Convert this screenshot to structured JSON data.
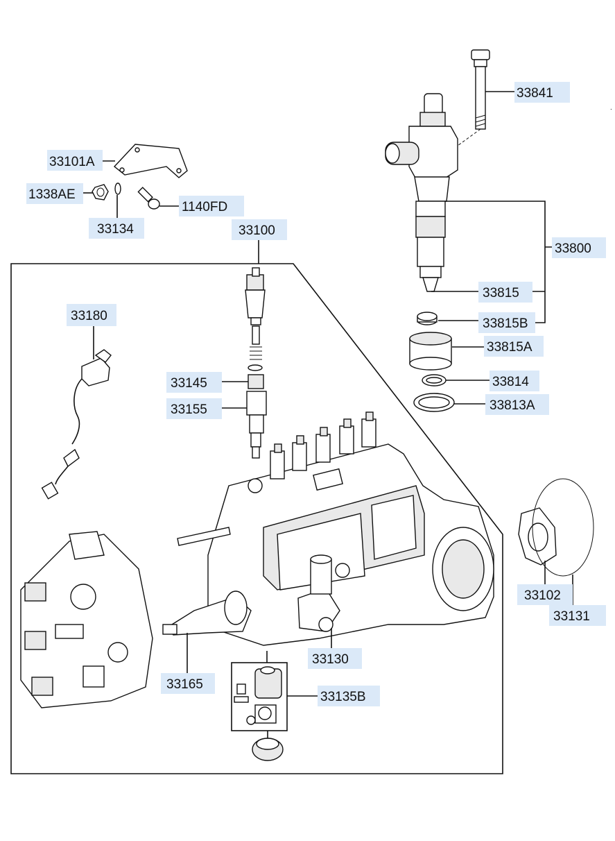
{
  "labels": {
    "l33841": "33841",
    "l33101A": "33101A",
    "l1338AE": "1338AE",
    "l1140FD": "1140FD",
    "l33134": "33134",
    "l33100": "33100",
    "l33800": "33800",
    "l33815": "33815",
    "l33815B": "33815B",
    "l33815A": "33815A",
    "l33180": "33180",
    "l33145": "33145",
    "l33814": "33814",
    "l33155": "33155",
    "l33813A": "33813A",
    "l33102": "33102",
    "l33131": "33131",
    "l33130": "33130",
    "l33165": "33165",
    "l33135B": "33135B"
  },
  "colors": {
    "label_background": "#dbe9f8",
    "line": "#111111"
  }
}
